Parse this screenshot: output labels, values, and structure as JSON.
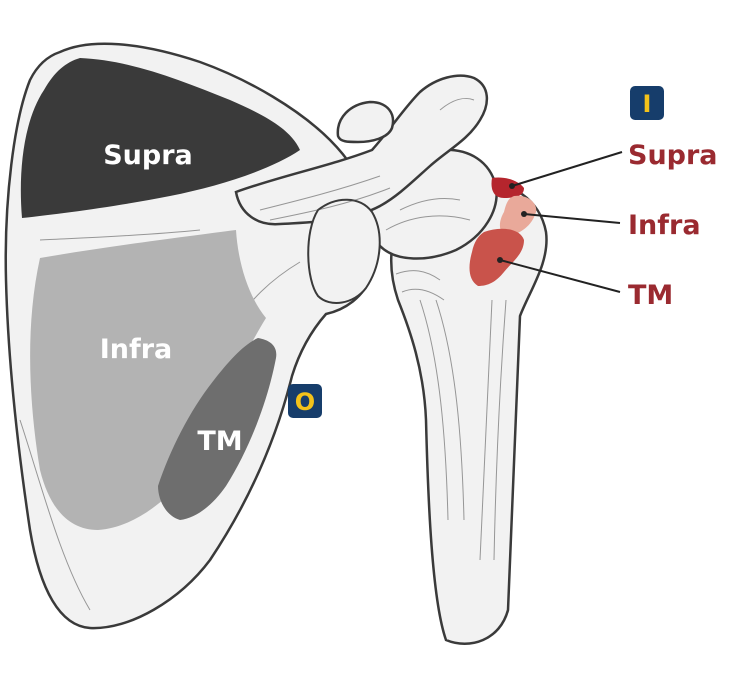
{
  "colors": {
    "bone_fill": "#f2f2f2",
    "bone_outline": "#3a3a3a",
    "supra_origin": "#3a3a3a",
    "infra_origin": "#b3b3b3",
    "tm_origin": "#6e6e6e",
    "supra_insertion": "#b5252d",
    "infra_insertion": "#e9a99a",
    "tm_insertion": "#c9534b",
    "insertion_text": "#9a2a30",
    "badge_bg": "#163d6b",
    "badge_text": "#f3c21a",
    "leader_line": "#222222"
  },
  "origin_labels": {
    "supra": "Supra",
    "infra": "Infra",
    "tm": "TM"
  },
  "insertion_labels": {
    "supra": "Supra",
    "infra": "Infra",
    "tm": "TM"
  },
  "badges": {
    "insertion": "I",
    "origin": "O"
  }
}
